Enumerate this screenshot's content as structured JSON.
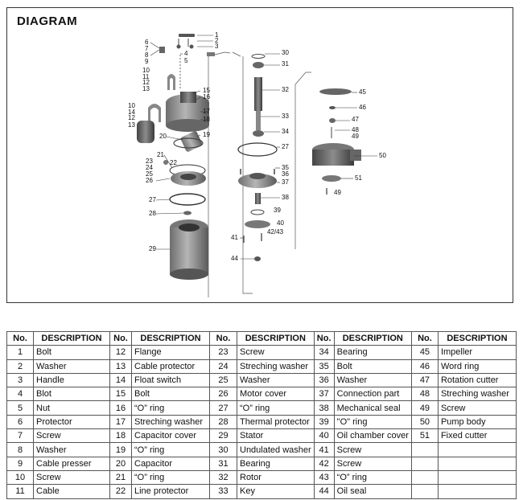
{
  "diagram": {
    "title": "DIAGRAM",
    "callouts": [
      "1",
      "2",
      "3",
      "4",
      "5",
      "6",
      "7",
      "8",
      "9",
      "10",
      "11",
      "12",
      "13",
      "14",
      "15",
      "16",
      "17",
      "18",
      "19",
      "20",
      "21",
      "22",
      "23",
      "24",
      "25",
      "26",
      "27",
      "28",
      "29",
      "30",
      "31",
      "32",
      "33",
      "34",
      "35",
      "36",
      "37",
      "38",
      "39",
      "40",
      "41",
      "42/43",
      "44",
      "45",
      "46",
      "47",
      "48",
      "49",
      "50",
      "51"
    ]
  },
  "table": {
    "headers": [
      "No.",
      "DESCRIPTION",
      "No.",
      "DESCRIPTION",
      "No.",
      "DESCRIPTION",
      "No.",
      "DESCRIPTION",
      "No.",
      "DESCRIPTION"
    ],
    "rows": [
      [
        [
          "1",
          "Bolt"
        ],
        [
          "12",
          "Flange"
        ],
        [
          "23",
          "Screw"
        ],
        [
          "34",
          "Bearing"
        ],
        [
          "45",
          "Impeller"
        ]
      ],
      [
        [
          "2",
          "Washer"
        ],
        [
          "13",
          "Cable protector"
        ],
        [
          "24",
          "Streching washer"
        ],
        [
          "35",
          "Bolt"
        ],
        [
          "46",
          "Word ring"
        ]
      ],
      [
        [
          "3",
          "Handle"
        ],
        [
          "14",
          "Float switch"
        ],
        [
          "25",
          "Washer"
        ],
        [
          "36",
          "Washer"
        ],
        [
          "47",
          "Rotation cutter"
        ]
      ],
      [
        [
          "4",
          "Blot"
        ],
        [
          "15",
          "Bolt"
        ],
        [
          "26",
          "Motor cover"
        ],
        [
          "37",
          "Connection part"
        ],
        [
          "48",
          "Streching washer"
        ]
      ],
      [
        [
          "5",
          "Nut"
        ],
        [
          "16",
          "“O” ring"
        ],
        [
          "27",
          "“O” ring"
        ],
        [
          "38",
          "Mechanical seal"
        ],
        [
          "49",
          "Screw"
        ]
      ],
      [
        [
          "6",
          "Protector"
        ],
        [
          "17",
          "Streching washer"
        ],
        [
          "28",
          "Thermal protector"
        ],
        [
          "39",
          "\"O\" ring"
        ],
        [
          "50",
          "Pump body"
        ]
      ],
      [
        [
          "7",
          "Screw"
        ],
        [
          "18",
          "Capacitor cover"
        ],
        [
          "29",
          "Stator"
        ],
        [
          "40",
          "Oil chamber cover"
        ],
        [
          "51",
          "Fixed cutter"
        ]
      ],
      [
        [
          "8",
          "Washer"
        ],
        [
          "19",
          "“O” ring"
        ],
        [
          "30",
          "Undulated washer"
        ],
        [
          "41",
          "Screw"
        ],
        [
          "",
          ""
        ]
      ],
      [
        [
          "9",
          "Cable presser"
        ],
        [
          "20",
          "Capacitor"
        ],
        [
          "31",
          "Bearing"
        ],
        [
          "42",
          "Screw"
        ],
        [
          "",
          ""
        ]
      ],
      [
        [
          "10",
          "Screw"
        ],
        [
          "21",
          "“O” ring"
        ],
        [
          "32",
          "Rotor"
        ],
        [
          "43",
          "“O” ring"
        ],
        [
          "",
          ""
        ]
      ],
      [
        [
          "11",
          "Cable"
        ],
        [
          "22",
          "Line protector"
        ],
        [
          "33",
          "Key"
        ],
        [
          "44",
          "Oil seal"
        ],
        [
          "",
          ""
        ]
      ]
    ]
  }
}
